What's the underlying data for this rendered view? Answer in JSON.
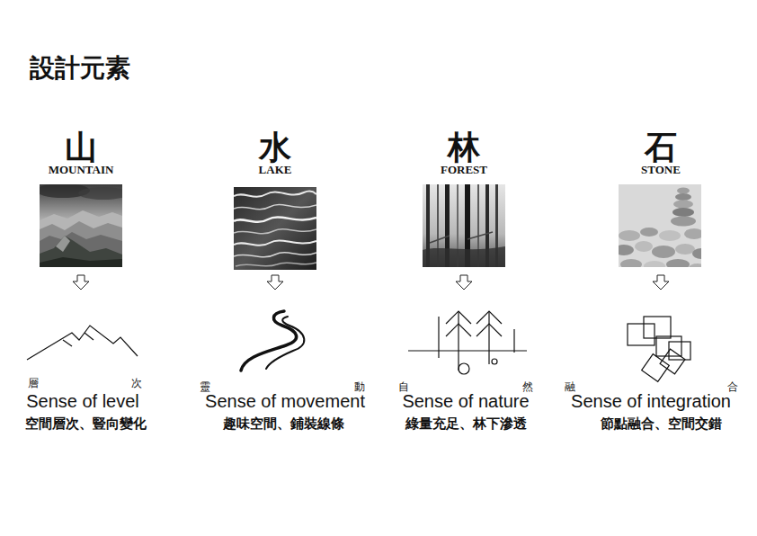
{
  "diagram": {
    "title": "設計元素",
    "labels": [
      "山",
      "MOUNTAIN",
      "水",
      "LAKE",
      "林",
      "FOREST",
      "石",
      "STONE",
      "層",
      "次",
      "Sense of level",
      "空間層次、豎向變化",
      "靈",
      "動",
      "Sense of movement",
      "趣味空間、鋪裝線條",
      "自",
      "然",
      "Sense of nature",
      "綠量充足、林下滲透",
      "融",
      "合",
      "Sense of integration",
      "節點融合、空間交錯"
    ]
  }
}
